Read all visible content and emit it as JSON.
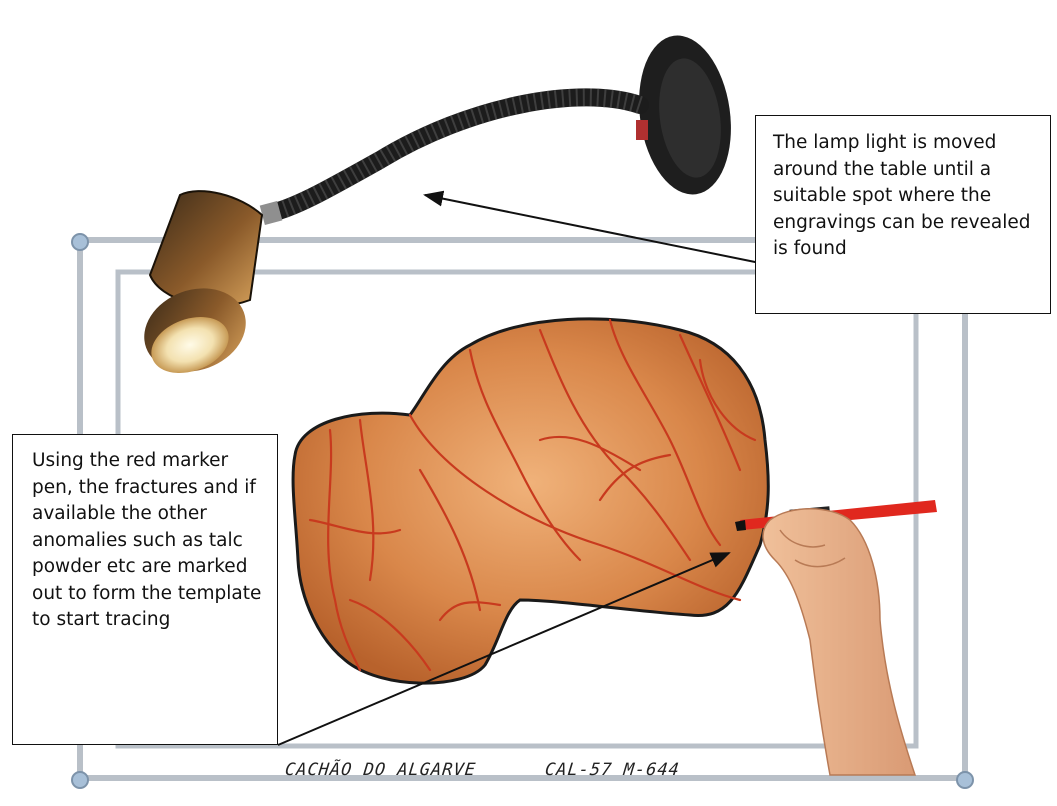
{
  "callouts": {
    "lamp": "The lamp light is moved around the table until a suitable spot where the engravings can be revealed is found",
    "marker": "Using the red marker pen, the fractures and if available the other anomalies such as talc powder etc are marked out to form the template to start tracing"
  },
  "captions": {
    "site": "CACHÃO DO ALGARVE",
    "code": "CAL-57 M-644"
  },
  "colors": {
    "stone": "#d9874a",
    "engraving_lines": "#c83a1e",
    "marker_pen": "#e0281e",
    "frame": "#b9c0c8",
    "lamp": "#1e1e1e"
  },
  "icons": {
    "lamp": "desk-lamp-icon",
    "hand": "hand-with-marker-icon"
  }
}
